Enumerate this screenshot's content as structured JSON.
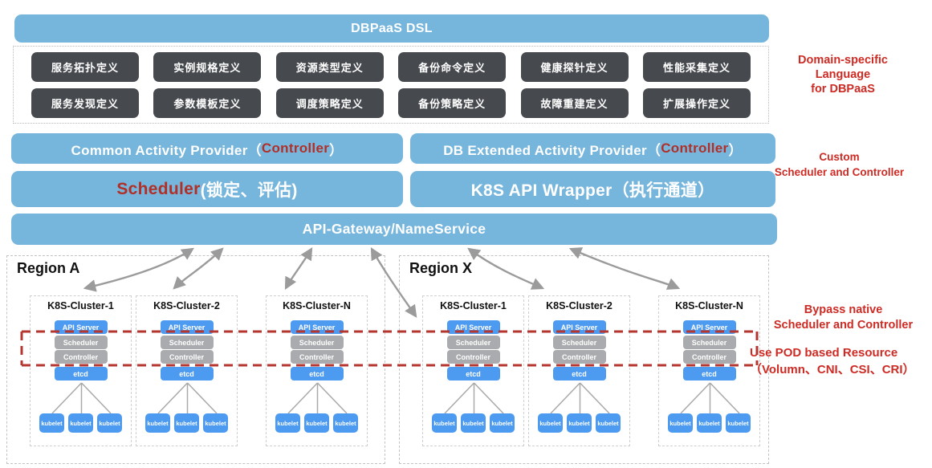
{
  "dsl_bar": {
    "label": "DBPaaS DSL"
  },
  "definitions": {
    "row1": [
      "服务拓扑定义",
      "实例规格定义",
      "资源类型定义",
      "备份命令定义",
      "健康探针定义",
      "性能采集定义"
    ],
    "row2": [
      "服务发现定义",
      "参数模板定义",
      "调度策略定义",
      "备份策略定义",
      "故障重建定义",
      "扩展操作定义"
    ]
  },
  "bars": {
    "common": {
      "pre": "Common Activity Provider（",
      "em": "Controller",
      "post": "）"
    },
    "db_extended": {
      "pre": "DB Extended Activity Provider（",
      "em": "Controller",
      "post": "）"
    },
    "scheduler": {
      "em": "Scheduler",
      "post": "(锁定、评估)"
    },
    "wrapper": {
      "label": "K8S API Wrapper（执行通道）"
    },
    "gateway": {
      "label": "API-Gateway/NameService"
    }
  },
  "annotations": {
    "dsl": {
      "lines": [
        "Domain-specific",
        "Language",
        "for DBPaaS"
      ]
    },
    "custom": {
      "lines": [
        "Custom",
        "Scheduler and Controller"
      ]
    },
    "bypass": {
      "lines": [
        "Bypass native",
        "Scheduler and Controller"
      ]
    },
    "pod": {
      "lines": [
        "Use POD based Resource",
        "（Volumn、CNI、CSI、CRI）"
      ]
    }
  },
  "regions": [
    {
      "name": "Region A",
      "clusters": [
        {
          "title": "K8S-Cluster-1"
        },
        {
          "title": "K8S-Cluster-2"
        },
        {
          "title": "K8S-Cluster-N"
        }
      ]
    },
    {
      "name": "Region X",
      "clusters": [
        {
          "title": "K8S-Cluster-1"
        },
        {
          "title": "K8S-Cluster-2"
        },
        {
          "title": "K8S-Cluster-N"
        }
      ]
    }
  ],
  "cluster_boxes": {
    "api": "API Server",
    "scheduler": "Scheduler",
    "controller": "Controller",
    "etcd": "etcd",
    "kubelet": "kubelet",
    "kubelet_count": 3
  },
  "colors": {
    "bar_blue": "#76b5dc",
    "dark_box": "#46494e",
    "node_blue": "#4d9bf0",
    "node_gray": "#a9abae",
    "red_emphasis": "#b03028",
    "annotation_red": "#cd2b24",
    "dashed_red": "#b5352f",
    "arrow_gray": "#9b9b9b"
  }
}
